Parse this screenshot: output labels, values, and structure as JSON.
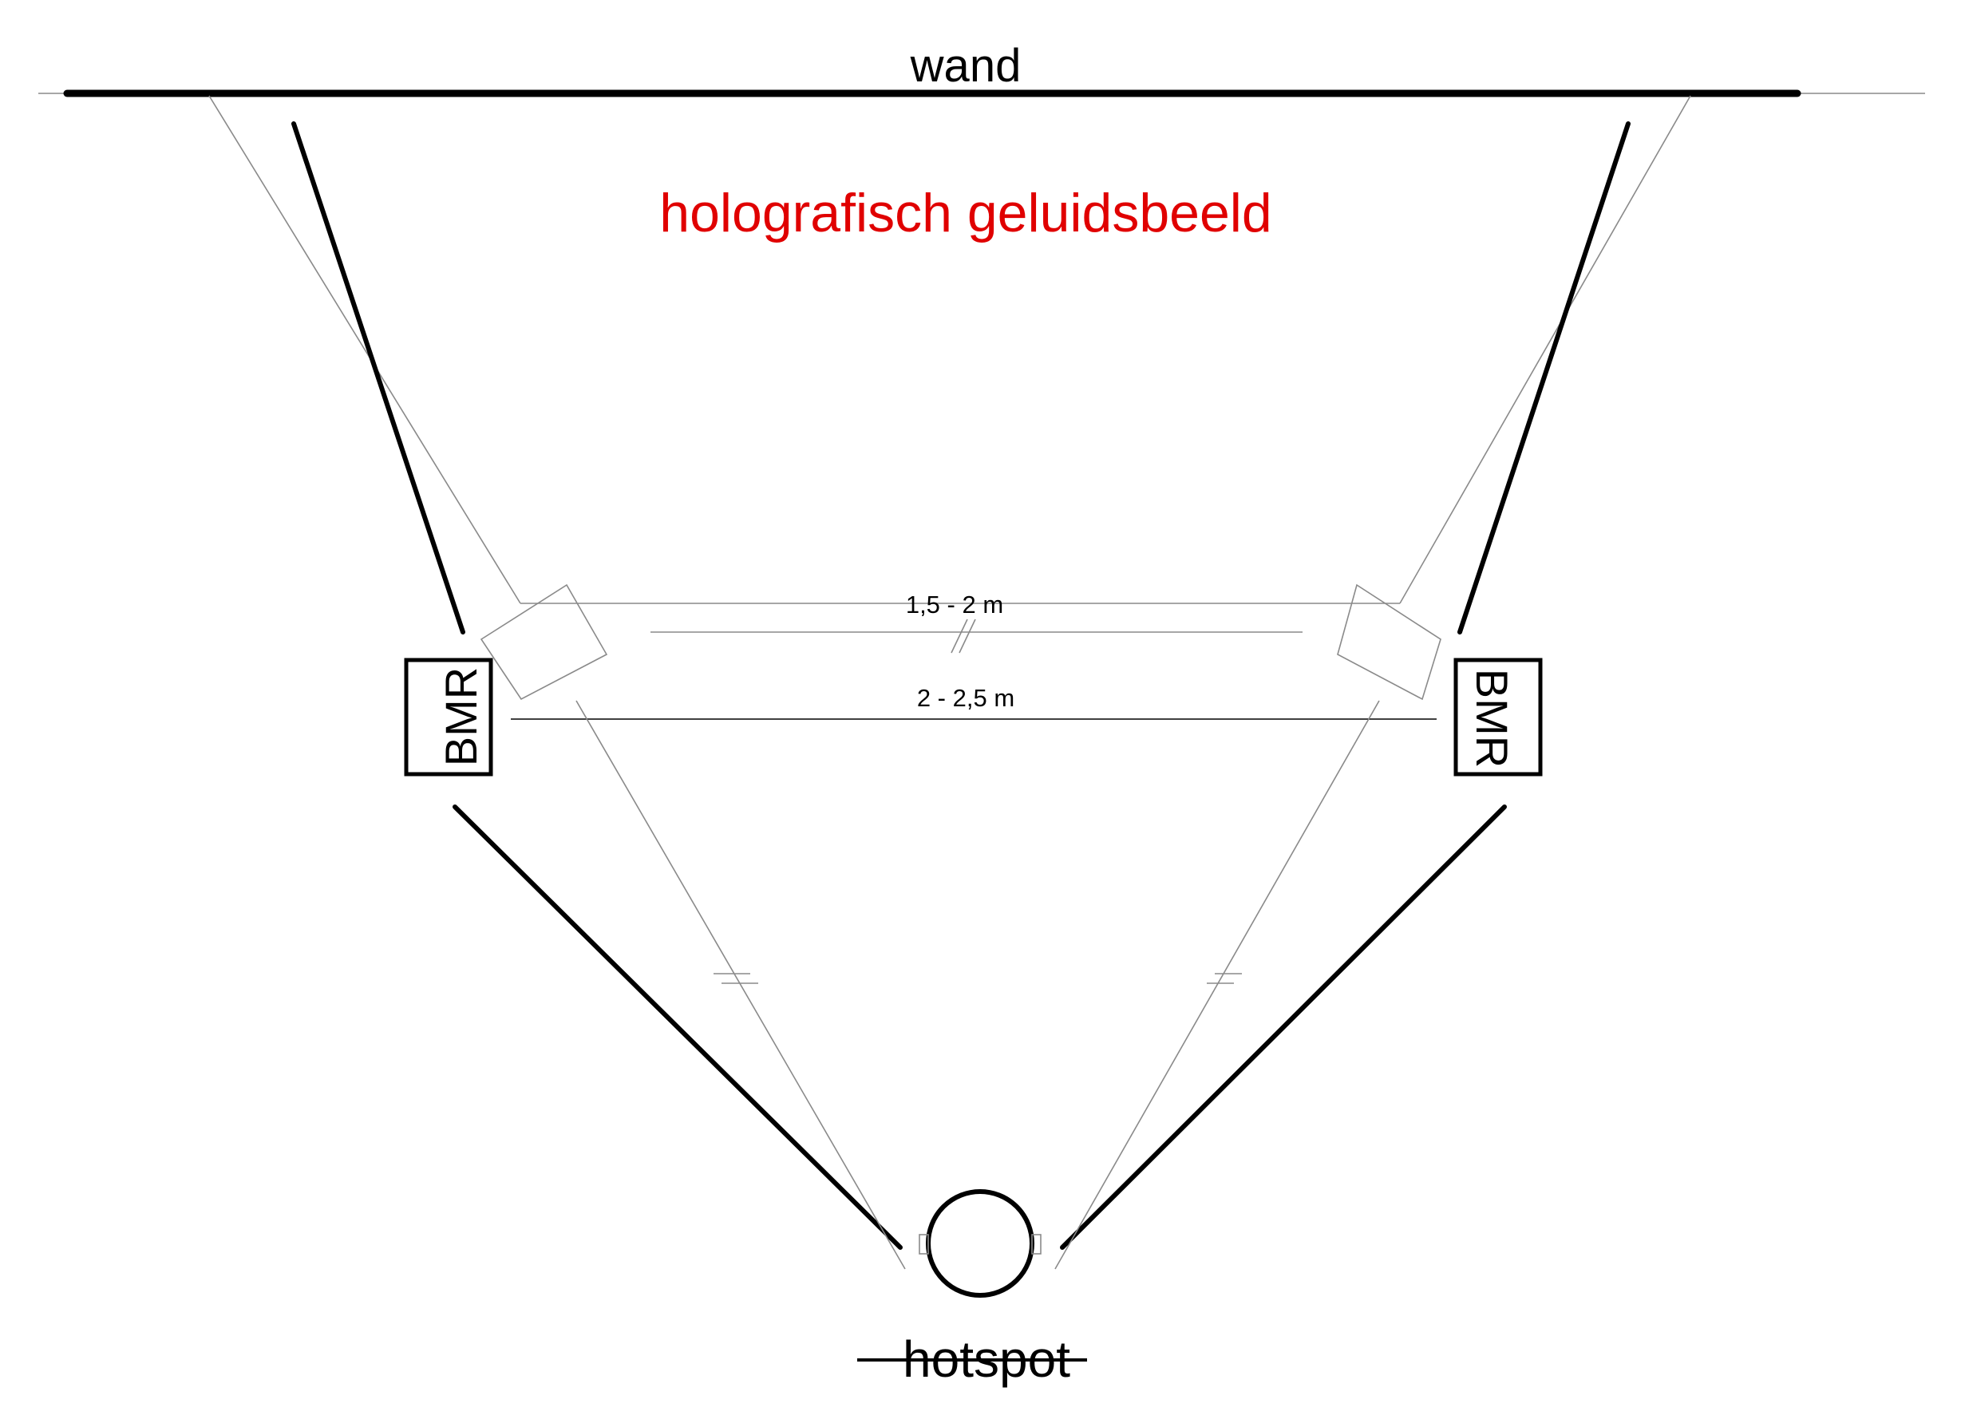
{
  "diagram": {
    "wall_label": "wand",
    "title": "holografisch  geluidsbeeld",
    "inner_distance": "1,5 - 2 m",
    "outer_distance": "2 - 2,5 m",
    "left_speaker_label": "BMR",
    "right_speaker_label": "BMR",
    "listener_label": "hotspot",
    "colors": {
      "title": "#e00000",
      "lines": "#000000",
      "guides": "#8a8a8a"
    }
  }
}
